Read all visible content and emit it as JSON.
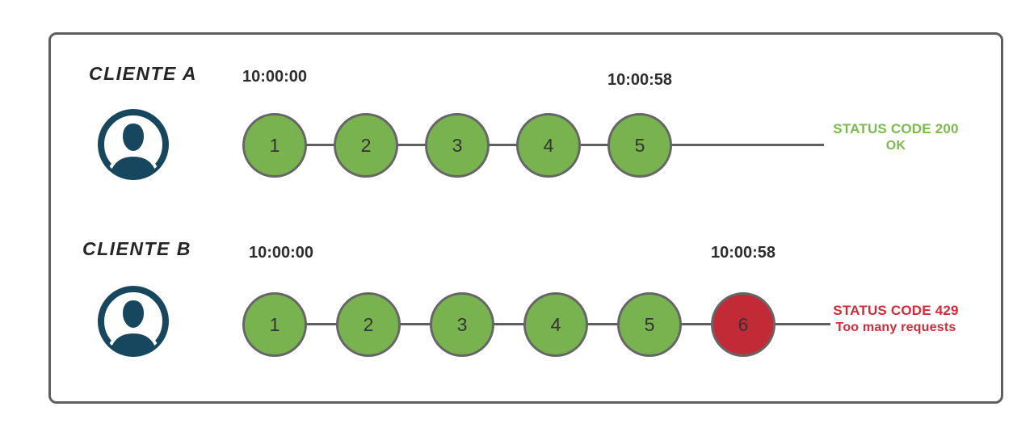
{
  "diagram": {
    "description": "Rate limiting comparison between two clients",
    "colors": {
      "request_ok_fill": "#79b350",
      "request_limited_fill": "#c22b35",
      "circle_border": "#666666",
      "success_text": "#7bbb4e",
      "error_text": "#d22b3a",
      "avatar_navy": "#17475f",
      "frame_border": "#5e5e5e",
      "timeline_line": "#5f5f5f",
      "timestamp_text": "#2d2d2d"
    },
    "rows": [
      {
        "client": "CLIENTE A",
        "start_time": "10:00:00",
        "end_time": "10:00:58",
        "requests": [
          {
            "label": "1"
          },
          {
            "label": "2"
          },
          {
            "label": "3"
          },
          {
            "label": "4"
          },
          {
            "label": "5"
          }
        ],
        "status_line1": "STATUS CODE 200",
        "status_line2": "OK"
      },
      {
        "client": "CLIENTE B",
        "start_time": "10:00:00",
        "end_time": "10:00:58",
        "requests": [
          {
            "label": "1"
          },
          {
            "label": "2"
          },
          {
            "label": "3"
          },
          {
            "label": "4"
          },
          {
            "label": "5"
          },
          {
            "label": "6"
          }
        ],
        "status_line1": "STATUS CODE 429",
        "status_line2": "Too many requests"
      }
    ]
  }
}
